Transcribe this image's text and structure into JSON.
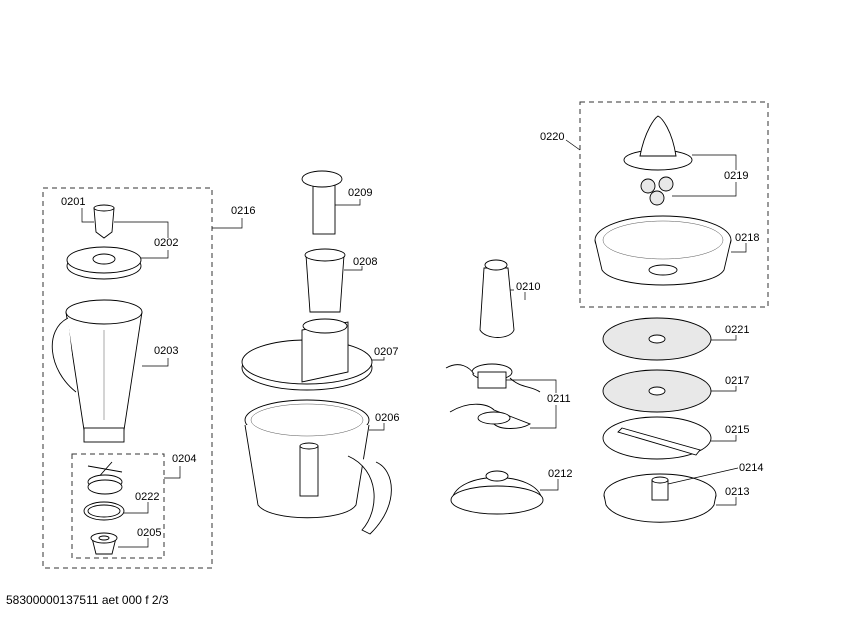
{
  "footer": "58300000137511 aet 000 f 2/3",
  "parts": {
    "p0201": "0201",
    "p0202": "0202",
    "p0203": "0203",
    "p0204": "0204",
    "p0205": "0205",
    "p0206": "0206",
    "p0207": "0207",
    "p0208": "0208",
    "p0209": "0209",
    "p0210": "0210",
    "p0211": "0211",
    "p0212": "0212",
    "p0213": "0213",
    "p0214": "0214",
    "p0215": "0215",
    "p0216": "0216",
    "p0217": "0217",
    "p0218": "0218",
    "p0219": "0219",
    "p0220": "0220",
    "p0221": "0221",
    "p0222": "0222"
  }
}
